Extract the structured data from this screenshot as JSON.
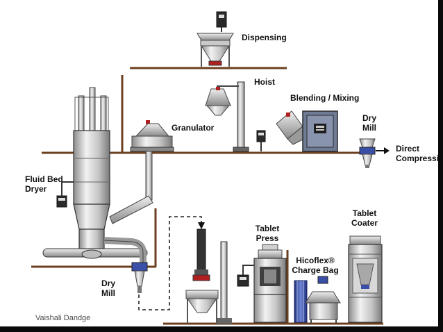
{
  "labels": {
    "dispensing": "Dispensing",
    "hoist": "Hoist",
    "blending": "Blending / Mixing",
    "dry_mill_top_1": "Dry",
    "dry_mill_top_2": "Mill",
    "direct_1": "Direct",
    "direct_2": "Compressio",
    "granulator": "Granulator",
    "fluid_bed_1": "Fluid Bed",
    "fluid_bed_2": "Dryer",
    "dry_mill_bottom_1": "Dry",
    "dry_mill_bottom_2": "Mill",
    "tablet_press_1": "Tablet",
    "tablet_press_2": "Press",
    "hicoflex_1": "Hicoflex®",
    "hicoflex_2": "Charge Bag",
    "tablet_coater_1": "Tablet",
    "tablet_coater_2": "Coater"
  },
  "credit": "Vaishali Dandge",
  "colors": {
    "floor": "#6b3f1f",
    "metal_light": "#e2e2e2",
    "metal_mid": "#a9a9a9",
    "metal_dark": "#555555",
    "accent_red": "#b02020",
    "accent_blue": "#3a4fa8",
    "panel": "#2a2a2a"
  }
}
